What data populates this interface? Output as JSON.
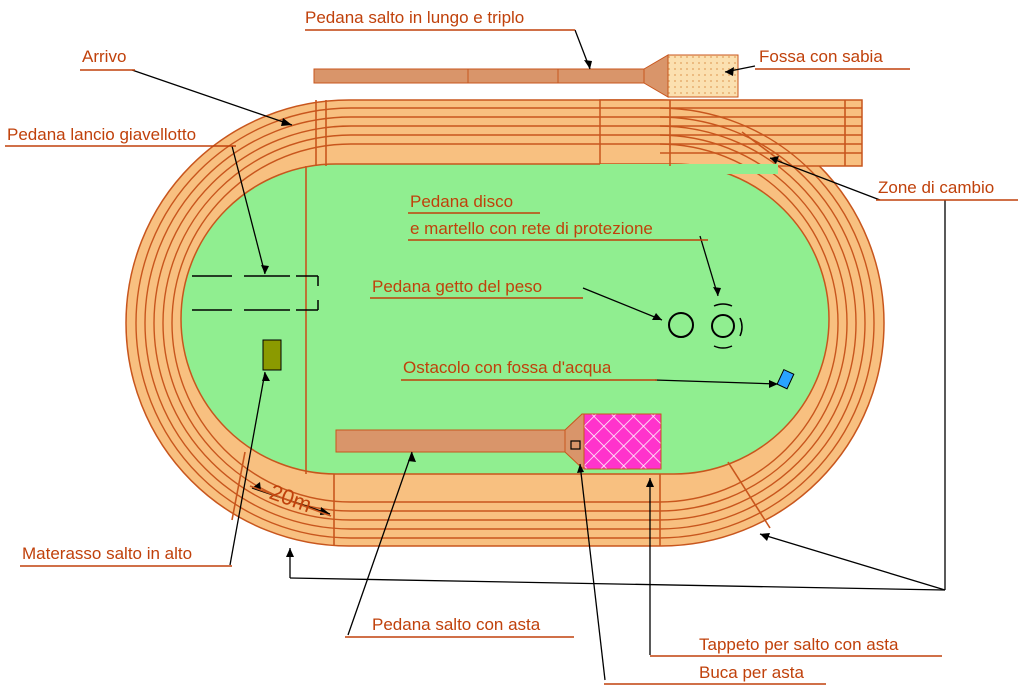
{
  "labels": {
    "long_jump_runway": "Pedana salto in lungo e triplo",
    "sand_pit": "Fossa con sabia",
    "finish": "Arrivo",
    "javelin_runway": "Pedana lancio giavellotto",
    "exchange_zones": "Zone di cambio",
    "discus_line1": "Pedana  disco",
    "discus_line2": "e martello con rete di protezione",
    "shot_put": "Pedana getto del peso",
    "steeplechase": "Ostacolo con fossa d'acqua",
    "distance": "20m",
    "high_jump_mat": "Materasso salto in alto",
    "pole_vault_runway": "Pedana salto con asta",
    "pole_vault_mat": "Tappeto per salto con asta",
    "pole_vault_box": "Buca per asta"
  },
  "colors": {
    "track": "#f8c080",
    "track_edge": "#c8561d",
    "infield": "#90ee90",
    "runway": "#d9956a",
    "sand": "#fbe0b0",
    "high_jump_mat": "#8b9a00",
    "pole_vault_mat": "#ff33cc",
    "water_jump": "#29a3ff",
    "label": "#c0410b"
  }
}
